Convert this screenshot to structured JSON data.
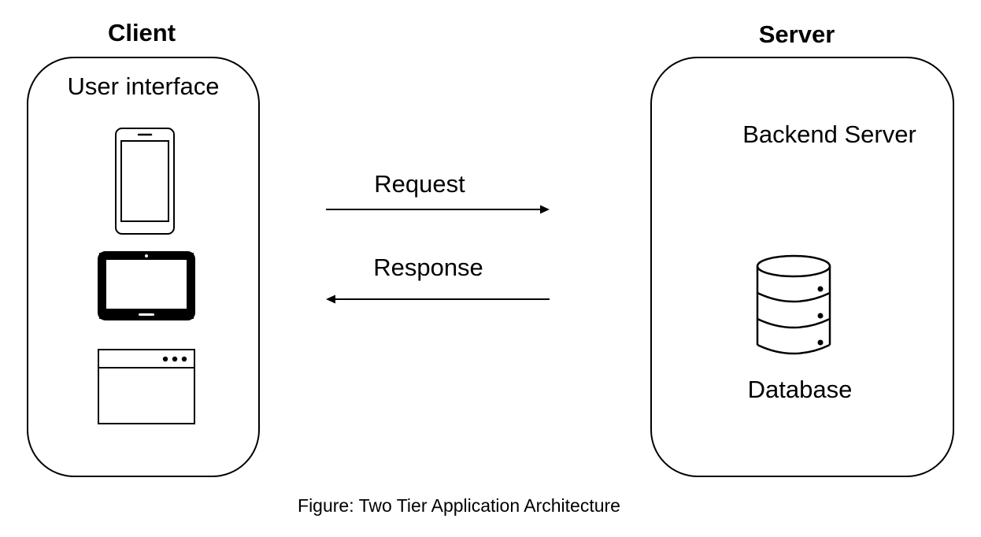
{
  "client": {
    "heading": "Client",
    "panel_label": "User interface",
    "devices": [
      {
        "name": "phone-icon"
      },
      {
        "name": "tablet-icon"
      },
      {
        "name": "browser-window-icon"
      }
    ]
  },
  "server": {
    "heading": "Server",
    "backend_label": "Backend Server",
    "database_label": "Database",
    "database_icon": "database-icon"
  },
  "flows": {
    "request_label": "Request",
    "response_label": "Response"
  },
  "caption": "Figure: Two Tier Application Architecture"
}
